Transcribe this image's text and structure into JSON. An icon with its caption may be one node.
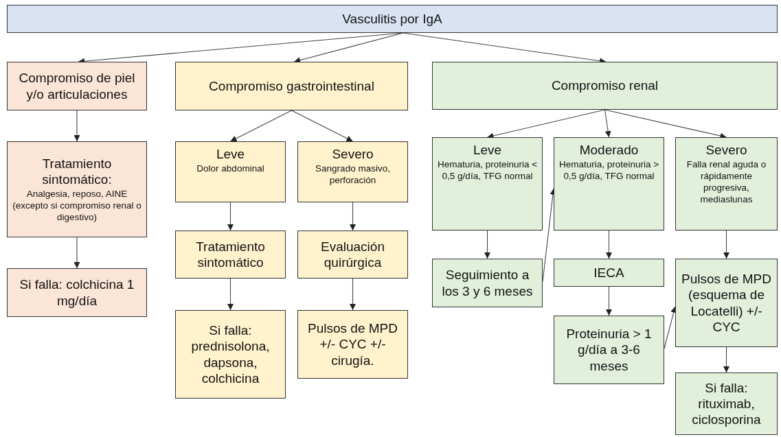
{
  "diagram": {
    "nodes": [
      {
        "text": [
          "Vasculitis por IgA"
        ]
      },
      {
        "text": [
          "Compromiso de piel y/o articulaciones"
        ]
      },
      {
        "text": [
          "Compromiso gastrointestinal"
        ]
      },
      {
        "text": [
          "Compromiso renal"
        ]
      },
      {
        "text": [
          "Tratamiento sintomático:",
          "Analgesia, reposo, AINE (excepto si compromiso renal o digestivo)"
        ]
      },
      {
        "text": [
          "Leve",
          "Dolor abdominal"
        ]
      },
      {
        "text": [
          "Severo",
          "Sangrado masivo, perforación"
        ]
      },
      {
        "text": [
          "Si falla: colchicina 1 mg/día"
        ]
      },
      {
        "text": [
          "Tratamiento sintomático"
        ]
      },
      {
        "text": [
          "Evaluación quirúrgica"
        ]
      },
      {
        "text": [
          "Si falla: prednisolona, dapsona, colchicina"
        ]
      },
      {
        "text": [
          "Pulsos de MPD +/- CYC +/- cirugía."
        ]
      },
      {
        "text": [
          "Leve",
          "Hematuria, proteinuria < 0,5 g/día, TFG normal"
        ]
      },
      {
        "text": [
          "Moderado",
          "Hematuria, proteinuria > 0,5 g/día, TFG normal"
        ]
      },
      {
        "text": [
          "Severo",
          "Falla renal aguda o rápidamente progresiva, mediaslunas"
        ]
      },
      {
        "text": [
          "Seguimiento a los 3 y 6 meses"
        ]
      },
      {
        "text": [
          "IECA"
        ]
      },
      {
        "text": [
          "Pulsos de MPD (esquema de Locatelli) +/- CYC"
        ]
      },
      {
        "text": [
          "Proteinuria > 1 g/día a 3-6 meses"
        ]
      },
      {
        "text": [
          "Si falla: rituximab, ciclosporina"
        ]
      }
    ],
    "edges": [
      {
        "from": 0,
        "to": 1,
        "arrow": "to"
      },
      {
        "from": 0,
        "to": 2,
        "arrow": "to"
      },
      {
        "from": 0,
        "to": 3,
        "arrow": "to"
      },
      {
        "from": 1,
        "to": 4,
        "arrow": "to"
      },
      {
        "from": 4,
        "to": 7,
        "arrow": "to"
      },
      {
        "from": 2,
        "to": 5,
        "arrow": "to"
      },
      {
        "from": 2,
        "to": 6,
        "arrow": "to"
      },
      {
        "from": 5,
        "to": 8,
        "arrow": "to"
      },
      {
        "from": 8,
        "to": 10,
        "arrow": "to"
      },
      {
        "from": 6,
        "to": 9,
        "arrow": "to"
      },
      {
        "from": 9,
        "to": 11,
        "arrow": "to"
      },
      {
        "from": 3,
        "to": 12,
        "arrow": "to"
      },
      {
        "from": 3,
        "to": 13,
        "arrow": "to"
      },
      {
        "from": 3,
        "to": 14,
        "arrow": "to"
      },
      {
        "from": 12,
        "to": 15,
        "arrow": "to"
      },
      {
        "from": 15,
        "to": 13,
        "arrow": "to"
      },
      {
        "from": 13,
        "to": 16,
        "arrow": "to"
      },
      {
        "from": 16,
        "to": 18,
        "arrow": "to"
      },
      {
        "from": 18,
        "to": 17,
        "arrow": "to"
      },
      {
        "from": 14,
        "to": 17,
        "arrow": "to"
      },
      {
        "from": 17,
        "to": 19,
        "arrow": "to"
      }
    ]
  }
}
